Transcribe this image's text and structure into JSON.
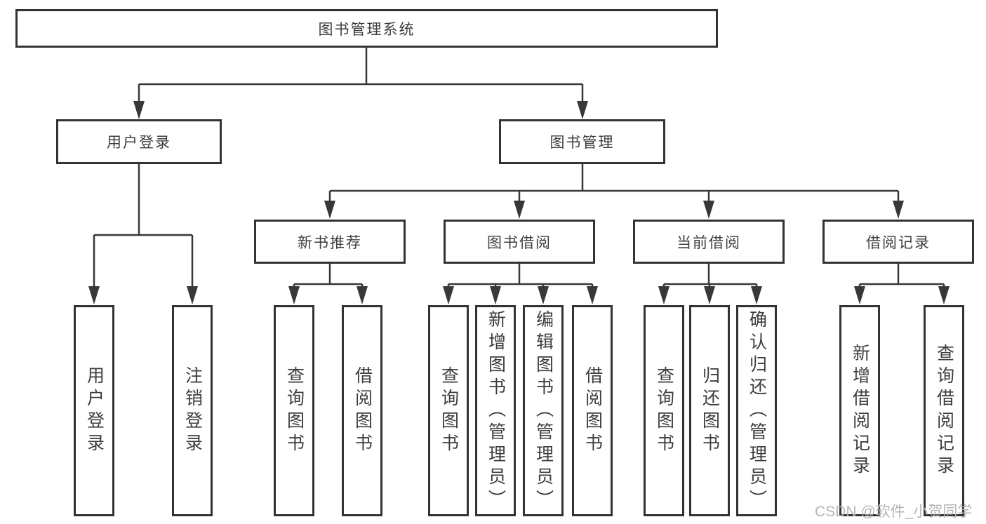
{
  "diagram": {
    "root": {
      "label": "图书管理系统"
    },
    "level2": [
      {
        "label": "用户登录"
      },
      {
        "label": "图书管理"
      }
    ],
    "level3": [
      {
        "label": "新书推荐",
        "parent": "图书管理"
      },
      {
        "label": "图书借阅",
        "parent": "图书管理"
      },
      {
        "label": "当前借阅",
        "parent": "图书管理"
      },
      {
        "label": "借阅记录",
        "parent": "图书管理"
      }
    ],
    "leaves": [
      {
        "label": "用户登录",
        "parent": "用户登录"
      },
      {
        "label": "注销登录",
        "parent": "用户登录"
      },
      {
        "label": "查询图书",
        "parent": "新书推荐"
      },
      {
        "label": "借阅图书",
        "parent": "新书推荐"
      },
      {
        "label": "查询图书",
        "parent": "图书借阅"
      },
      {
        "label": "新增图书（管理员）",
        "parent": "图书借阅"
      },
      {
        "label": "编辑图书（管理员）",
        "parent": "图书借阅"
      },
      {
        "label": "借阅图书",
        "parent": "图书借阅"
      },
      {
        "label": "查询图书",
        "parent": "当前借阅"
      },
      {
        "label": "归还图书",
        "parent": "当前借阅"
      },
      {
        "label": "确认归还（管理员）",
        "parent": "当前借阅"
      },
      {
        "label": "新增借阅记录",
        "parent": "借阅记录"
      },
      {
        "label": "查询借阅记录",
        "parent": "借阅记录"
      }
    ],
    "watermark": "CSDN @软件_小贺同学",
    "colors": {
      "line": "#383838",
      "box_border": "#333333",
      "text": "#3d3d3d",
      "background": "#ffffff",
      "watermark": "#b5b5b5"
    }
  }
}
